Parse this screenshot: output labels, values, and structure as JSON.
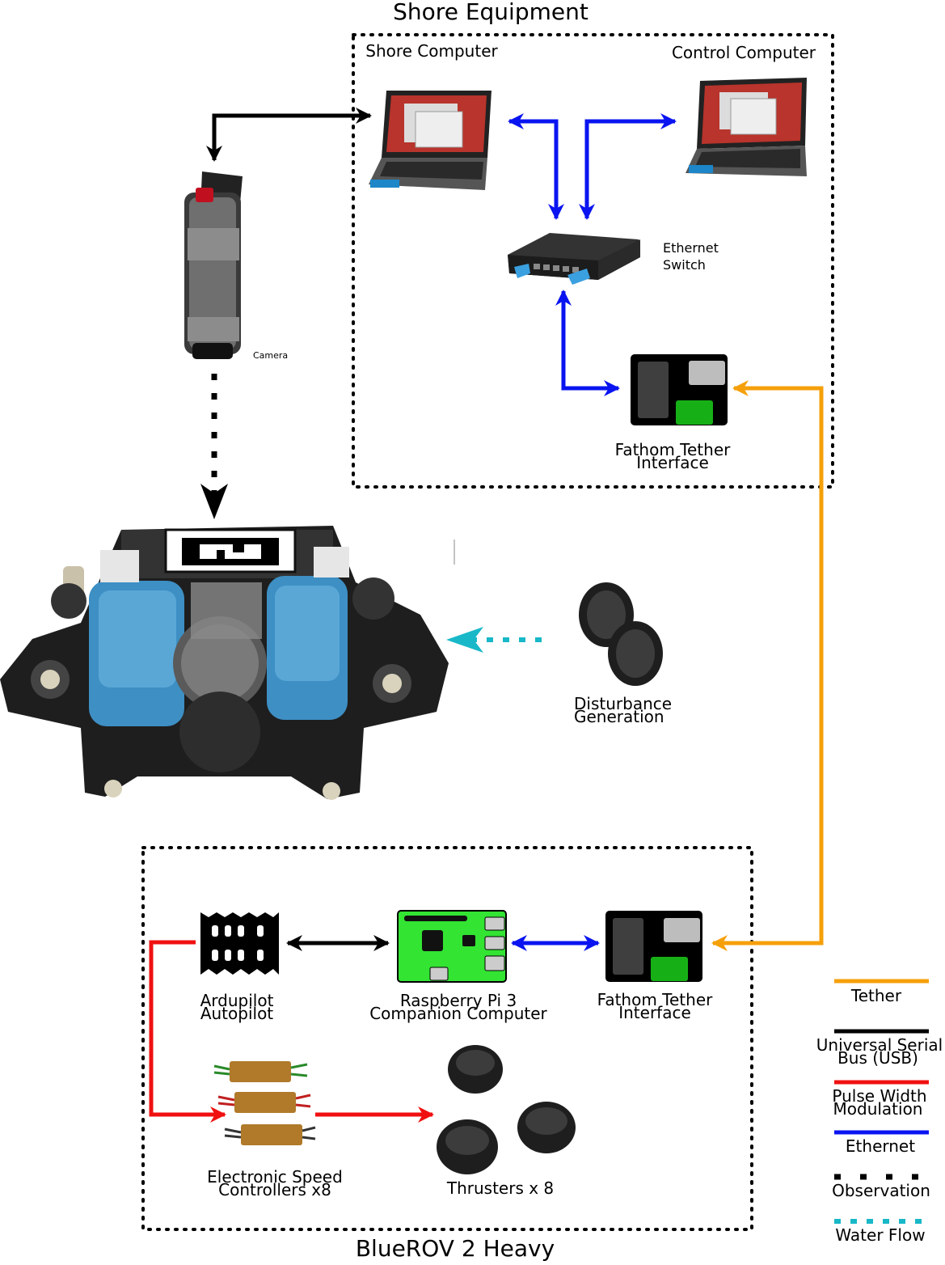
{
  "shore": {
    "title": "Shore Equipment",
    "shore_computer": "Shore Computer",
    "control_computer": "Control Computer",
    "switch_line1": "Ethernet",
    "switch_line2": "Switch",
    "tether_line1": "Fathom Tether",
    "tether_line2": "Interface"
  },
  "camera": {
    "label": "Camera"
  },
  "disturbance": {
    "line1": "Disturbance",
    "line2": "Generation"
  },
  "rov": {
    "title": "BlueROV 2 Heavy",
    "autopilot_line1": "Ardupilot",
    "autopilot_line2": "Autopilot",
    "rpi_line1": "Raspberry Pi 3",
    "rpi_line2": "Companion Computer",
    "tether_line1": "Fathom Tether",
    "tether_line2": "Interface",
    "esc_line1": "Electronic Speed",
    "esc_line2": "Controllers x8",
    "thrusters": "Thrusters x 8"
  },
  "legend": {
    "tether": "Tether",
    "usb_line1": "Universal Serial",
    "usb_line2": "Bus (USB)",
    "pwm_line1": "Pulse Width",
    "pwm_line2": "Modulation",
    "ethernet": "Ethernet",
    "observation": "Observation",
    "water": "Water Flow"
  },
  "colors": {
    "tether": "#f5a00a",
    "usb": "#000000",
    "pwm": "#f01010",
    "ethernet": "#0a14f0",
    "observation": "#000000",
    "water": "#18b8c8",
    "rov_blue": "#3d8fc4",
    "rpi_green": "#33e433",
    "tether_green": "#16b016"
  }
}
